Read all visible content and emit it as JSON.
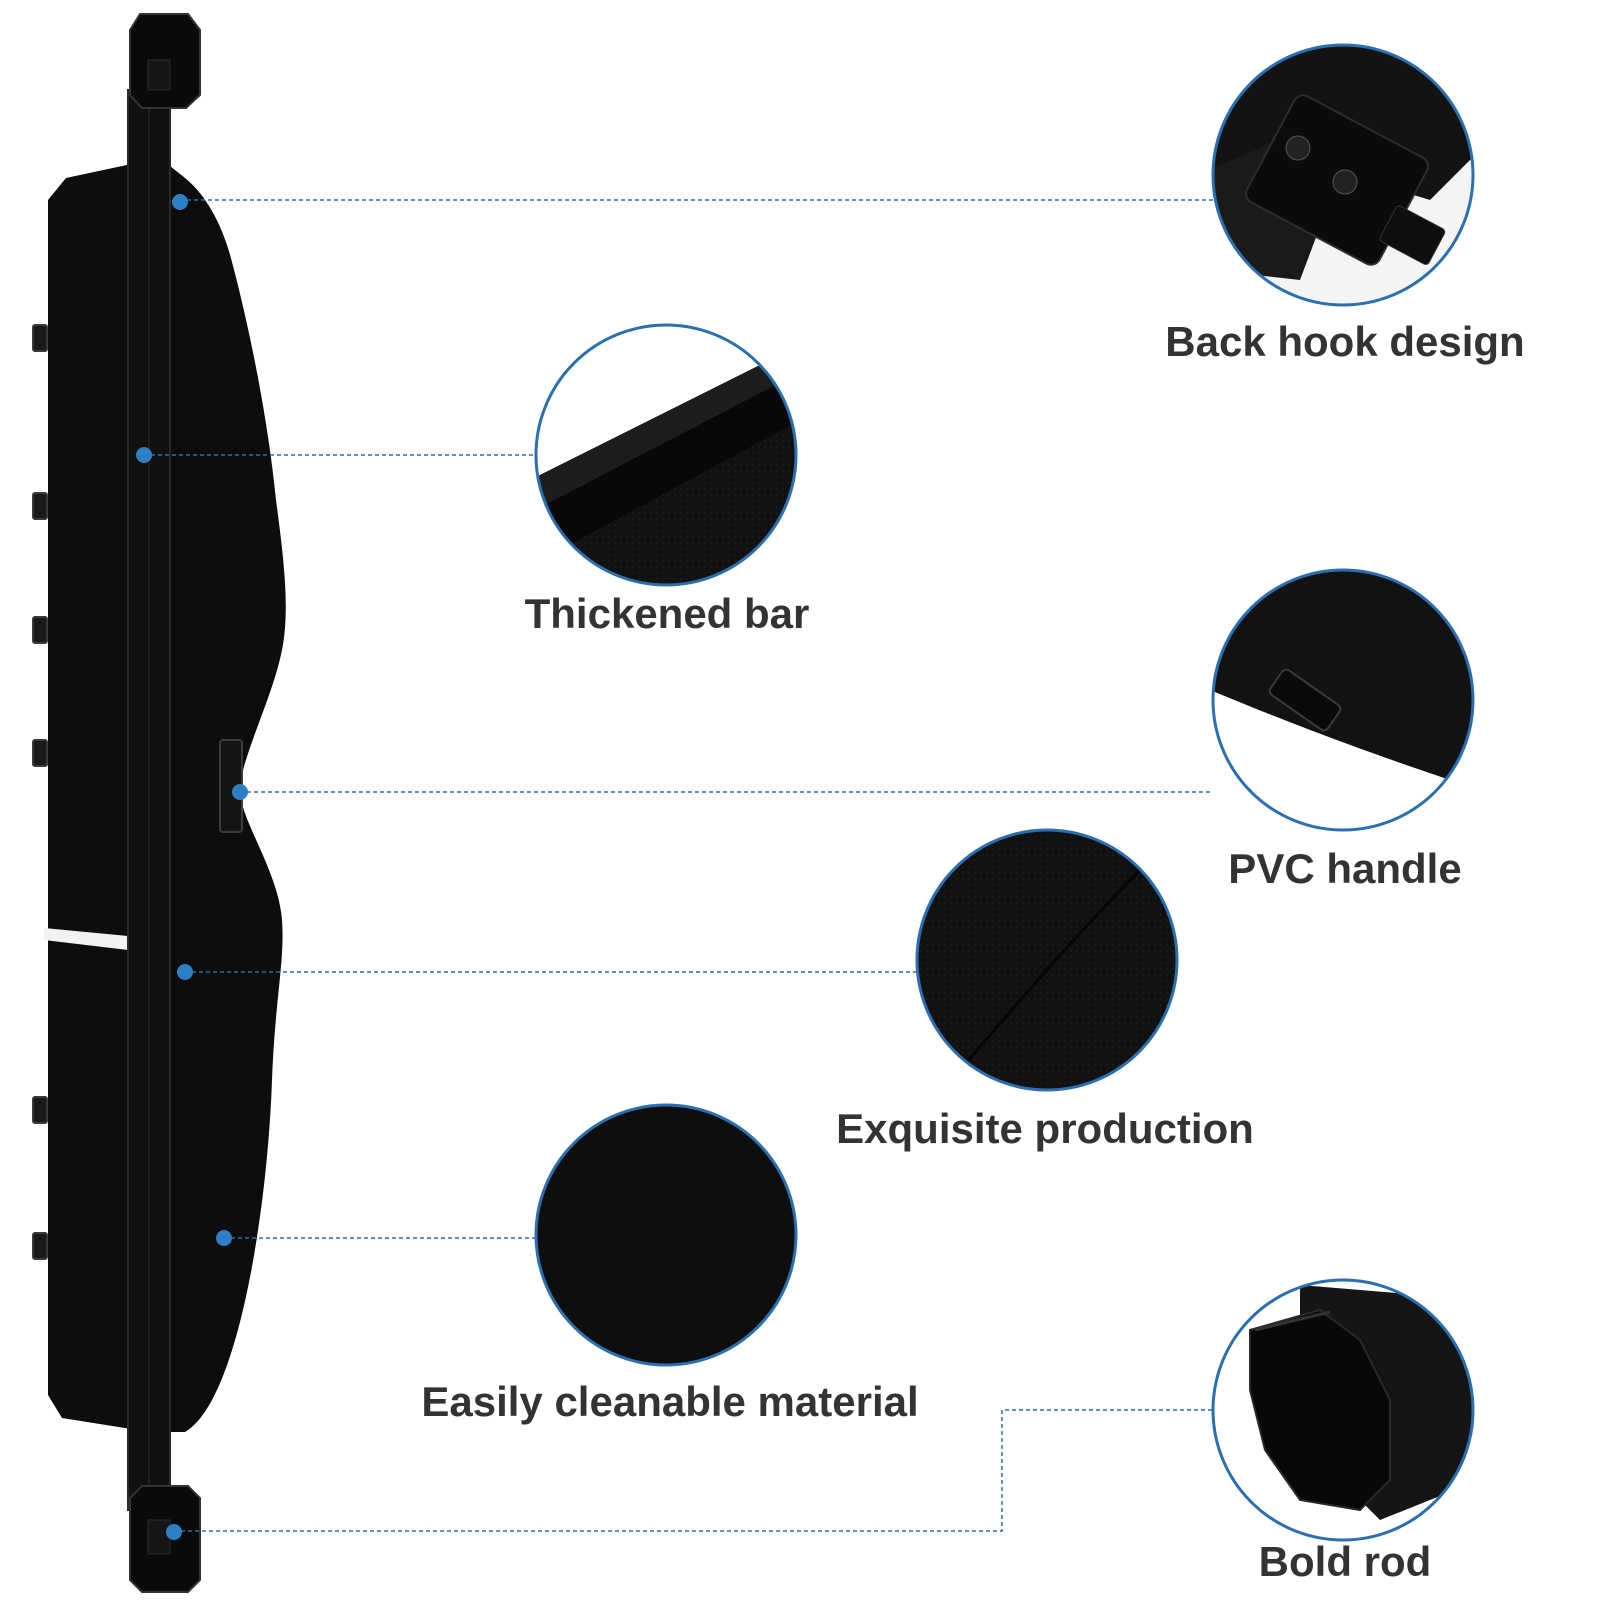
{
  "features": [
    {
      "id": "back-hook",
      "label": "Back hook design",
      "detail_icon": "hook-closeup-icon"
    },
    {
      "id": "thickened-bar",
      "label": "Thickened bar",
      "detail_icon": "bar-closeup-icon"
    },
    {
      "id": "pvc-handle",
      "label": "PVC handle",
      "detail_icon": "handle-closeup-icon"
    },
    {
      "id": "exquisite-production",
      "label": "Exquisite production",
      "detail_icon": "stitching-closeup-icon"
    },
    {
      "id": "cleanable-material",
      "label": "Easily cleanable material",
      "detail_icon": "fabric-closeup-icon"
    },
    {
      "id": "bold-rod",
      "label": "Bold rod",
      "detail_icon": "rod-end-closeup-icon"
    }
  ],
  "colors": {
    "accent": "#2b6fb0",
    "dot": "#2f7fc6",
    "product": "#0b0b0b",
    "text": "#333333",
    "background": "#ffffff"
  }
}
